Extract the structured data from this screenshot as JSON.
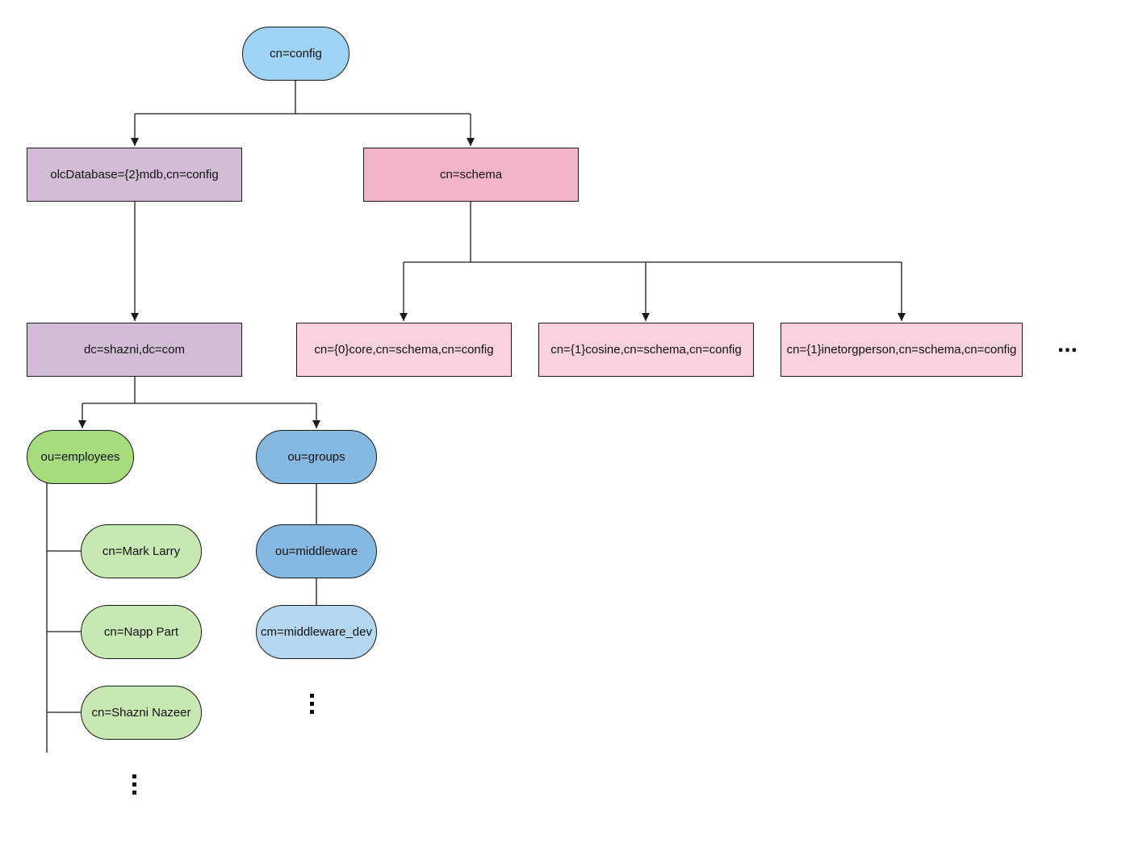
{
  "diagram": {
    "nodes": {
      "config": {
        "label": "cn=config",
        "color": "#9fd3f4"
      },
      "olc_database": {
        "label": "olcDatabase={2}mdb,cn=config",
        "color": "#d3bdd6"
      },
      "schema": {
        "label": "cn=schema",
        "color": "#f2b4c8"
      },
      "domain": {
        "label": "dc=shazni,dc=com",
        "color": "#d3bdd6"
      },
      "schema_core": {
        "label": "cn={0}core,cn=schema,cn=config",
        "color": "#f9d2de"
      },
      "schema_cosine": {
        "label": "cn={1}cosine,cn=schema,cn=config",
        "color": "#f9d2de"
      },
      "schema_inetorgperson": {
        "label": "cn={1}inetorgperson,cn=schema,cn=config",
        "color": "#f9d2de"
      },
      "employees": {
        "label": "ou=employees",
        "color": "#a6dc7e"
      },
      "groups": {
        "label": "ou=groups",
        "color": "#85b9e2"
      },
      "mark_larry": {
        "label": "cn=Mark Larry",
        "color": "#c8e8b3"
      },
      "napp_part": {
        "label": "cn=Napp Part",
        "color": "#c8e8b3"
      },
      "shazni_nazeer": {
        "label": "cn=Shazni Nazeer",
        "color": "#c8e8b3"
      },
      "middleware": {
        "label": "ou=middleware",
        "color": "#85b9e2"
      },
      "middleware_dev": {
        "label": "cm=middleware_dev",
        "color": "#b4d6f0"
      }
    },
    "schema_more_label": "...",
    "line_color": "#1a1a1a"
  }
}
